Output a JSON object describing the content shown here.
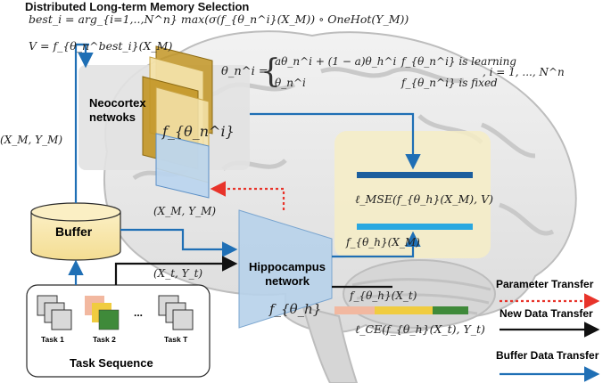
{
  "title": "Distributed Long-term Memory Selection",
  "equations": {
    "best_i": "best_i = arg_{i=1,..,N^n} max(σ(f_{θ_n^i}(X_M)) ∘ OneHot(Y_M))",
    "V": "V = f_{θ_n^best_i}(X_M)",
    "theta_update_lhs": "θ_n^i =",
    "theta_case1": "aθ_n^i + (1 − a)θ_h^i",
    "theta_case2": "θ_n^i",
    "condition1": "f_{θ_n^i} is learning",
    "condition2": "f_{θ_n^i} is fixed",
    "index_range": ", i = 1, ..., N^n"
  },
  "labels": {
    "neocortex": "Neocortex netwoks",
    "neocortex_fn": "f_{θ_n^i}",
    "memory_pair_left": "(X_M, Y_M)",
    "memory_pair_mid": "(X_M, Y_M)",
    "buffer": "Buffer",
    "new_pair": "(X_t, Y_t)",
    "hippocampus": "Hippocampus network",
    "hippocampus_fn": "f_{θ_h}",
    "mse_loss": "ℓ_MSE(f_{θ_h}(X_M), V)",
    "f_h_xm": "f_{θ_h}(X_M)",
    "f_h_xt": "f_{θ_h}(X_t)",
    "ce_loss": "ℓ_CE(f_{θ_h}(X_t), Y_t)",
    "task_sequence": "Task Sequence",
    "task1": "Task 1",
    "task2": "Task 2",
    "taskT": "Task T",
    "ellipsis": "..."
  },
  "legend": {
    "parameter_transfer": "Parameter Transfer",
    "new_data_transfer": "New Data Transfer",
    "buffer_data_transfer": "Buffer Data Transfer"
  },
  "colors": {
    "buffer_blue": "#1f6fb5",
    "param_red": "#e8332a",
    "new_black": "#111111",
    "neocortex_gold": "#b88a1e",
    "output_dark": "#1b5e9e",
    "output_light": "#29a8e0",
    "bar_pink": "#f2b8a0",
    "bar_yellow": "#f0cc40",
    "bar_green": "#3f8a3a"
  }
}
